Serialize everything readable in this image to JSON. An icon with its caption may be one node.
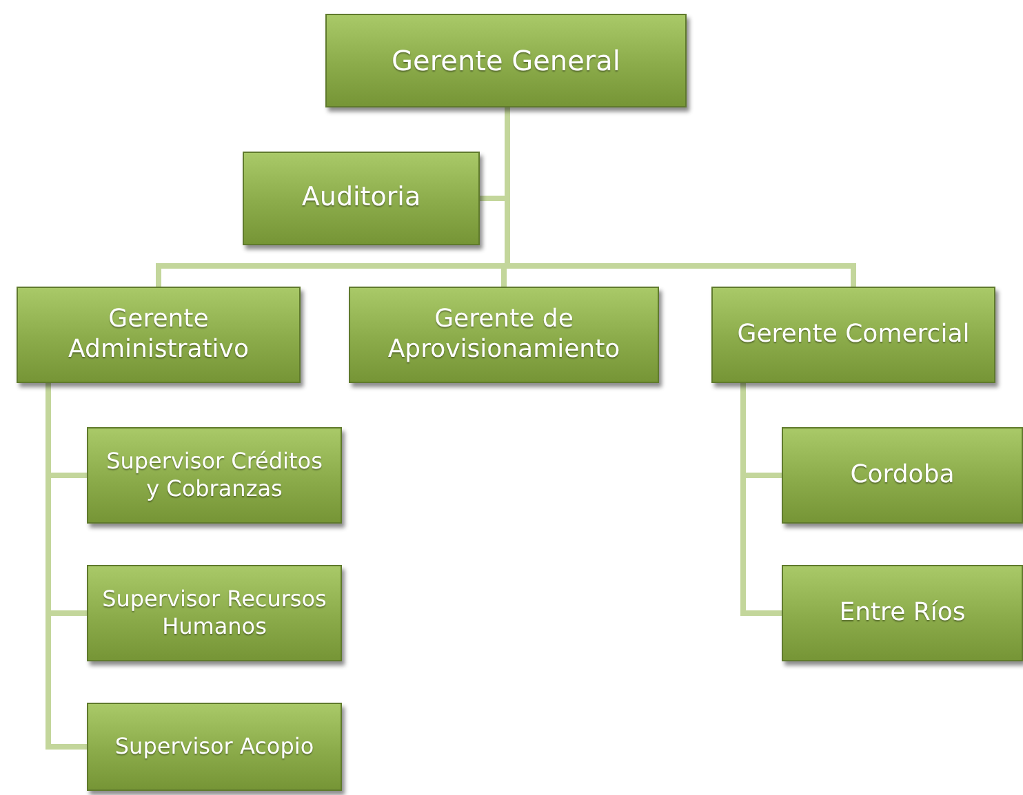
{
  "diagram": {
    "nodes": [
      {
        "text": [
          "Gerente General"
        ]
      },
      {
        "text": [
          "Auditoria"
        ]
      },
      {
        "text": [
          "Gerente Administrativo"
        ]
      },
      {
        "text": [
          "Gerente de Aprovisionamiento"
        ]
      },
      {
        "text": [
          "Gerente Comercial"
        ]
      },
      {
        "text": [
          "Supervisor Créditos y Cobranzas"
        ]
      },
      {
        "text": [
          "Supervisor Recursos Humanos"
        ]
      },
      {
        "text": [
          "Supervisor Acopio"
        ]
      },
      {
        "text": [
          "Cordoba"
        ]
      },
      {
        "text": [
          "Entre Ríos"
        ]
      }
    ],
    "edges": [
      {
        "from": 0,
        "to": 1,
        "arrow": "none"
      },
      {
        "from": 0,
        "to": 2,
        "arrow": "none"
      },
      {
        "from": 0,
        "to": 3,
        "arrow": "none"
      },
      {
        "from": 0,
        "to": 4,
        "arrow": "none"
      },
      {
        "from": 2,
        "to": 5,
        "arrow": "none"
      },
      {
        "from": 2,
        "to": 6,
        "arrow": "none"
      },
      {
        "from": 2,
        "to": 7,
        "arrow": "none"
      },
      {
        "from": 4,
        "to": 8,
        "arrow": "none"
      },
      {
        "from": 4,
        "to": 9,
        "arrow": "none"
      }
    ]
  }
}
